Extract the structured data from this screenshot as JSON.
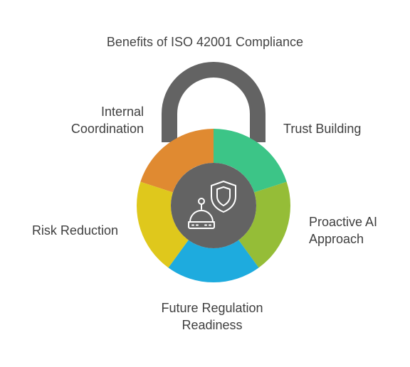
{
  "title": "Benefits of ISO 42001 Compliance",
  "segments": [
    {
      "id": "internal",
      "lines": [
        "Internal",
        "Coordination"
      ],
      "color": "#e08a31"
    },
    {
      "id": "trust",
      "lines": [
        "Trust Building"
      ],
      "color": "#3cc587"
    },
    {
      "id": "proactive",
      "lines": [
        "Proactive AI",
        "Approach"
      ],
      "color": "#95bd37"
    },
    {
      "id": "future",
      "lines": [
        "Future Regulation",
        "Readiness"
      ],
      "color": "#1eabde"
    },
    {
      "id": "risk",
      "lines": [
        "Risk Reduction"
      ],
      "color": "#dfc81c"
    }
  ],
  "shackle_color": "#636363",
  "hub_color": "#636363",
  "icons": [
    "shield-icon",
    "robot-icon"
  ]
}
